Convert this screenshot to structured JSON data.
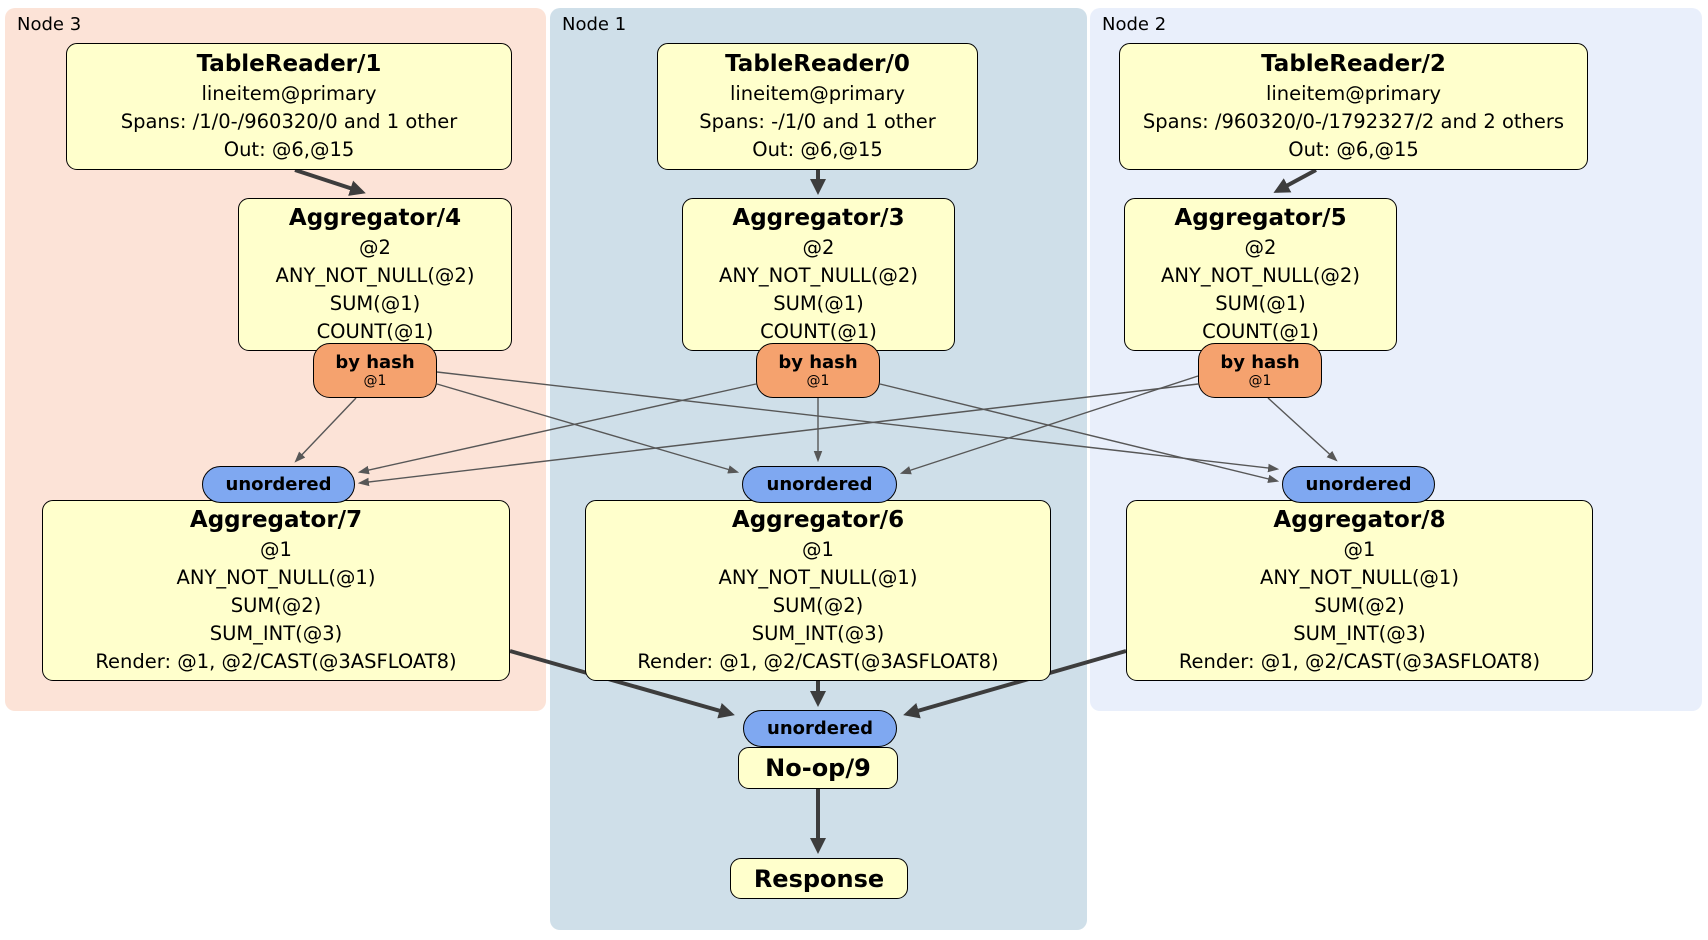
{
  "diagram": {
    "kind": "distsql-physical-plan"
  },
  "colors": {
    "node3_region_bg": "#fce3d7",
    "node1_region_bg": "#cfdfe9",
    "node2_region_bg": "#e9effb",
    "processor_fill": "#ffffcc",
    "router_fill": "#f5a26e",
    "synchronizer_fill": "#7fa8f1",
    "edge_thin": "#575757",
    "edge_thick": "#3d3d3d",
    "border": "#000000"
  },
  "regions": {
    "node3": {
      "label": "Node 3"
    },
    "node1": {
      "label": "Node 1"
    },
    "node2": {
      "label": "Node 2"
    }
  },
  "processors": {
    "tr1": {
      "title": "TableReader/1",
      "lines": [
        "lineitem@primary",
        "Spans: /1/0-/960320/0 and 1 other",
        "Out: @6,@15"
      ]
    },
    "tr0": {
      "title": "TableReader/0",
      "lines": [
        "lineitem@primary",
        "Spans: -/1/0 and 1 other",
        "Out: @6,@15"
      ]
    },
    "tr2": {
      "title": "TableReader/2",
      "lines": [
        "lineitem@primary",
        "Spans: /960320/0-/1792327/2 and 2 others",
        "Out: @6,@15"
      ]
    },
    "agg4": {
      "title": "Aggregator/4",
      "lines": [
        "@2",
        "ANY_NOT_NULL(@2)",
        "SUM(@1)",
        "COUNT(@1)"
      ]
    },
    "agg3": {
      "title": "Aggregator/3",
      "lines": [
        "@2",
        "ANY_NOT_NULL(@2)",
        "SUM(@1)",
        "COUNT(@1)"
      ]
    },
    "agg5": {
      "title": "Aggregator/5",
      "lines": [
        "@2",
        "ANY_NOT_NULL(@2)",
        "SUM(@1)",
        "COUNT(@1)"
      ]
    },
    "agg7": {
      "title": "Aggregator/7",
      "lines": [
        "@1",
        "ANY_NOT_NULL(@1)",
        "SUM(@2)",
        "SUM_INT(@3)",
        "Render: @1, @2/CAST(@3ASFLOAT8)"
      ]
    },
    "agg6": {
      "title": "Aggregator/6",
      "lines": [
        "@1",
        "ANY_NOT_NULL(@1)",
        "SUM(@2)",
        "SUM_INT(@3)",
        "Render: @1, @2/CAST(@3ASFLOAT8)"
      ]
    },
    "agg8": {
      "title": "Aggregator/8",
      "lines": [
        "@1",
        "ANY_NOT_NULL(@1)",
        "SUM(@2)",
        "SUM_INT(@3)",
        "Render: @1, @2/CAST(@3ASFLOAT8)"
      ]
    },
    "noop": {
      "title": "No-op/9"
    },
    "response": {
      "title": "Response"
    }
  },
  "routers": {
    "hash4": {
      "label": "by hash",
      "detail": "@1"
    },
    "hash3": {
      "label": "by hash",
      "detail": "@1"
    },
    "hash5": {
      "label": "by hash",
      "detail": "@1"
    }
  },
  "synchronizers": {
    "sync7": {
      "label": "unordered"
    },
    "sync6": {
      "label": "unordered"
    },
    "sync8": {
      "label": "unordered"
    },
    "sync9": {
      "label": "unordered"
    }
  }
}
